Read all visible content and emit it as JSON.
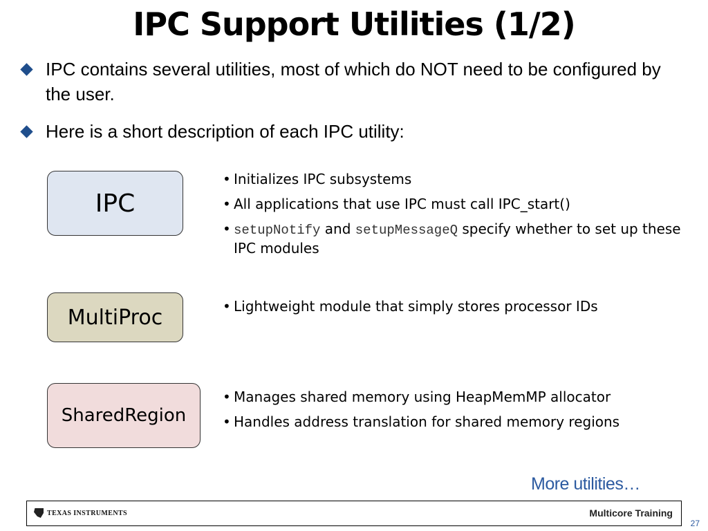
{
  "slide": {
    "title": "IPC Support Utilities (1/2)",
    "bullets": [
      "IPC contains several utilities, most of which do NOT need to be configured by the user.",
      "Here is a short description of each IPC utility:"
    ],
    "modules": [
      {
        "name": "IPC",
        "fill": "#dfe6f1",
        "points": [
          "Initializes IPC subsystems",
          "All applications that use IPC must call IPC_start()"
        ],
        "notify_point": {
          "code1": "setupNotify",
          "joiner": "and",
          "code2": "setupMessageQ",
          "rest": "specify whether to set up these IPC modules"
        }
      },
      {
        "name": "MultiProc",
        "fill": "#dcd8c0",
        "points": [
          "Lightweight module that simply stores processor IDs"
        ]
      },
      {
        "name": "SharedRegion",
        "fill": "#f1dcdc",
        "points": [
          "Manages shared memory using HeapMemMP allocator",
          "Handles address translation for shared memory regions"
        ]
      }
    ],
    "more_link": "More utilities…"
  },
  "footer": {
    "company": "Texas Instruments",
    "right_text": "Multicore Training",
    "page_number": "27"
  },
  "colors": {
    "bullet_diamond": "#1f4e8c",
    "link": "#2c5aa0"
  }
}
